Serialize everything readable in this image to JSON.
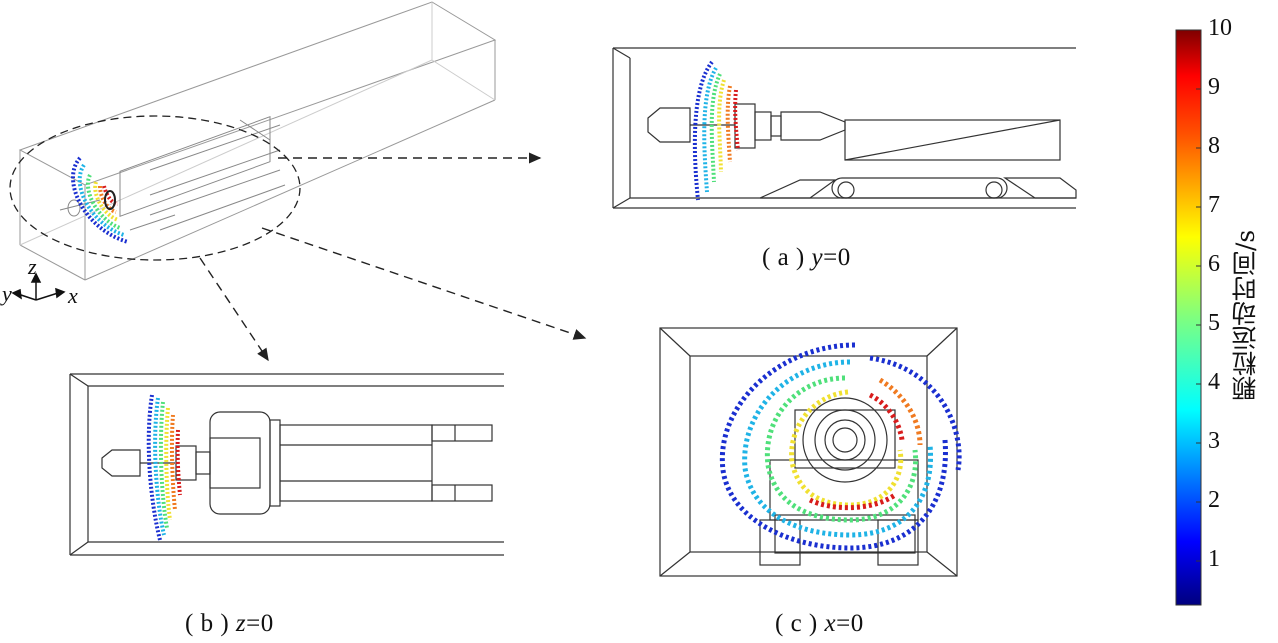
{
  "figure": {
    "captions": {
      "a": {
        "prefix": "( a ) ",
        "var": "y",
        "suffix": "=0"
      },
      "b": {
        "prefix": "( b ) ",
        "var": "z",
        "suffix": "=0"
      },
      "c": {
        "prefix": "( c ) ",
        "var": "x",
        "suffix": "=0"
      }
    },
    "axes_labels": {
      "z": "z",
      "y": "y",
      "x": "x"
    },
    "colorbar": {
      "title": "颗粒运动时间/s",
      "ticks": [
        "10",
        "9",
        "8",
        "7",
        "6",
        "5",
        "4",
        "3",
        "2",
        "1"
      ],
      "min": 0,
      "max": 10,
      "colormap": "jet",
      "colors": [
        "#00007f",
        "#0000ff",
        "#007fff",
        "#00ffff",
        "#7fff7f",
        "#ffff00",
        "#ff7f00",
        "#ff0000",
        "#7f0000"
      ]
    },
    "colors": {
      "line": "#555555",
      "arrow": "#222222"
    }
  }
}
